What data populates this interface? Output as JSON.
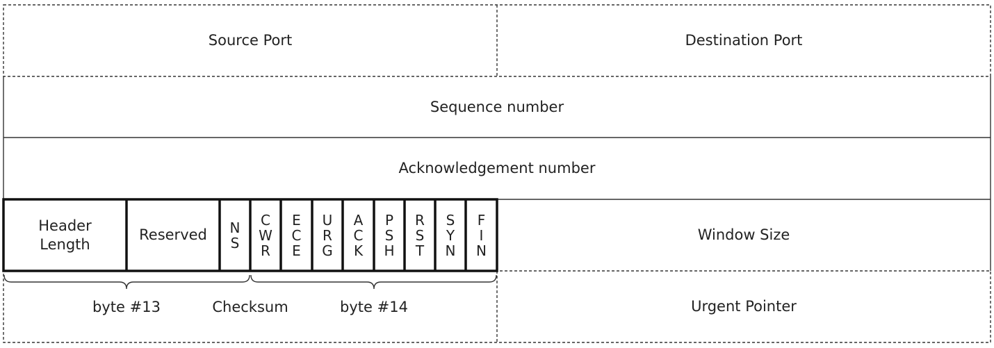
{
  "header_fields": {
    "source_port": "Source Port",
    "destination_port": "Destination Port",
    "sequence_number": "Sequence number",
    "acknowledgement_number": "Acknowledgement number",
    "header_length": "Header\nLength",
    "reserved": "Reserved",
    "ns": "N\nS",
    "window_size": "Window Size",
    "checksum": "Checksum",
    "urgent_pointer": "Urgent Pointer"
  },
  "flags": [
    "C\nW\nR",
    "E\nC\nE",
    "U\nR\nG",
    "A\nC\nK",
    "P\nS\nH",
    "R\nS\nT",
    "S\nY\nN",
    "F\nI\nN"
  ],
  "byte_labels": {
    "byte13": "byte #13",
    "byte14": "byte #14"
  }
}
